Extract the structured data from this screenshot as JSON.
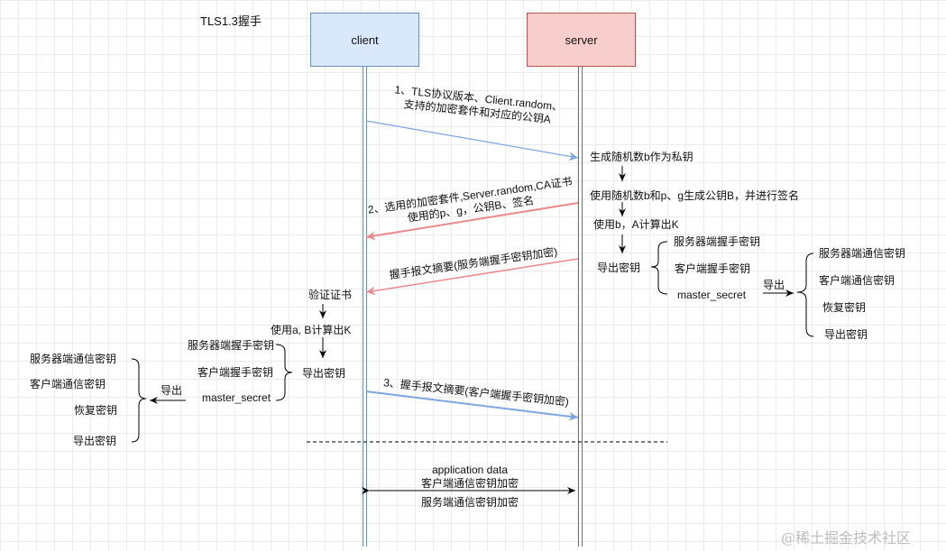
{
  "title": "TLS1.3握手",
  "participants": {
    "client": "client",
    "server": "server"
  },
  "messages": {
    "m1_line1": "1、TLS协议版本、Client.random、",
    "m1_line2": "支持的加密套件和对应的公钥A",
    "m2_line1": "2、选用的加密套件,Server.random,CA证书",
    "m2_line2": "使用的p、g，公钥B、签名",
    "m_server_digest": "握手报文摘要(服务端握手密钥加密)",
    "m3": "3、握手报文摘要(客户端握手密钥加密)",
    "app_line1": "application data",
    "app_line2": "客户端通信密钥加密",
    "app_line3": "服务端通信密钥加密"
  },
  "server_side": {
    "step1": "生成随机数b作为私钥",
    "step2": "使用随机数b和p、g生成公钥B，并进行签名",
    "step3": "使用b，A计算出K",
    "export_keys": "导出密钥",
    "keys": [
      "服务器端握手密钥",
      "客户端握手密钥",
      "master_secret"
    ],
    "export": "导出",
    "derived": [
      "服务器端通信密钥",
      "客户端通信密钥",
      "恢复密钥",
      "导出密钥"
    ]
  },
  "client_side": {
    "step1": "验证证书",
    "step2": "使用a, B计算出K",
    "export_keys": "导出密钥",
    "keys": [
      "服务器端握手密钥",
      "客户端握手密钥",
      "master_secret"
    ],
    "export": "导出",
    "derived": [
      "服务器端通信密钥",
      "客户端通信密钥",
      "恢复密钥",
      "导出密钥"
    ]
  },
  "colors": {
    "client_fill": "#dae8fc",
    "client_stroke": "#6c8ebf",
    "server_fill": "#f8cecc",
    "server_stroke": "#b85450",
    "blue_arrow": "#7ea6e0",
    "red_arrow": "#ea8a8a"
  },
  "watermark": "@稀土掘金技术社区"
}
